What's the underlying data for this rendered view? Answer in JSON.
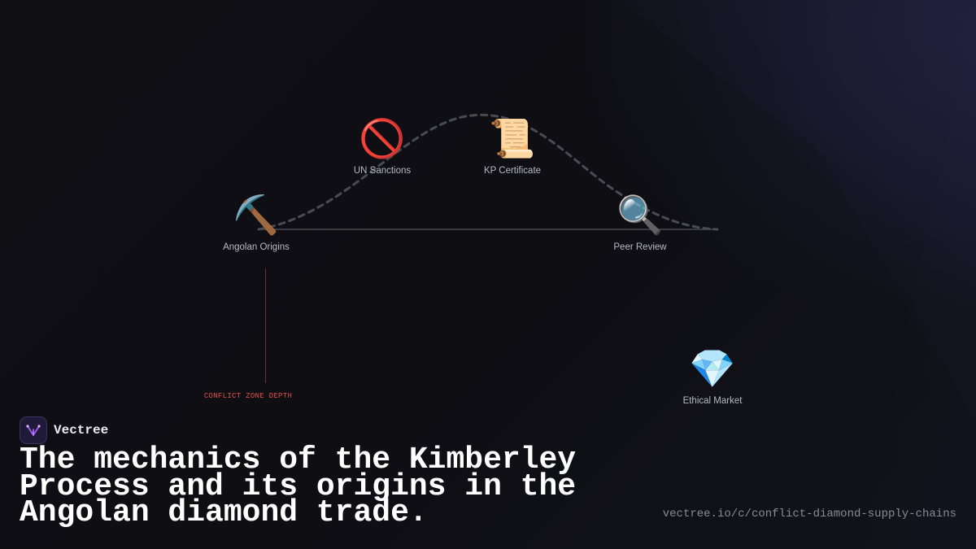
{
  "brand": {
    "name": "Vectree",
    "accent": "#a855f7"
  },
  "headline": "The mechanics of the Kimberley Process and its origins in the Angolan diamond trade.",
  "url": "vectree.io/c/conflict-diamond-supply-chains",
  "diagram": {
    "nodes": [
      {
        "id": "angolan-origins",
        "icon": "⛏️",
        "icon_name": "pick-icon",
        "label": "Angolan Origins"
      },
      {
        "id": "un-sanctions",
        "icon": "🚫",
        "icon_name": "prohibited-icon",
        "label": "UN Sanctions"
      },
      {
        "id": "kp-certificate",
        "icon": "📜",
        "icon_name": "scroll-icon",
        "label": "KP Certificate"
      },
      {
        "id": "peer-review",
        "icon": "🔍",
        "icon_name": "magnifying-glass-icon",
        "label": "Peer Review"
      },
      {
        "id": "ethical-market",
        "icon": "💎",
        "icon_name": "gem-icon",
        "label": "Ethical Market"
      }
    ],
    "depth_label": "CONFLICT ZONE DEPTH",
    "colors": {
      "baseline": "#3a3a42",
      "curve": "#4a4a52",
      "depth_line": "#7a2a2a",
      "depth_label": "#e0504a"
    }
  }
}
